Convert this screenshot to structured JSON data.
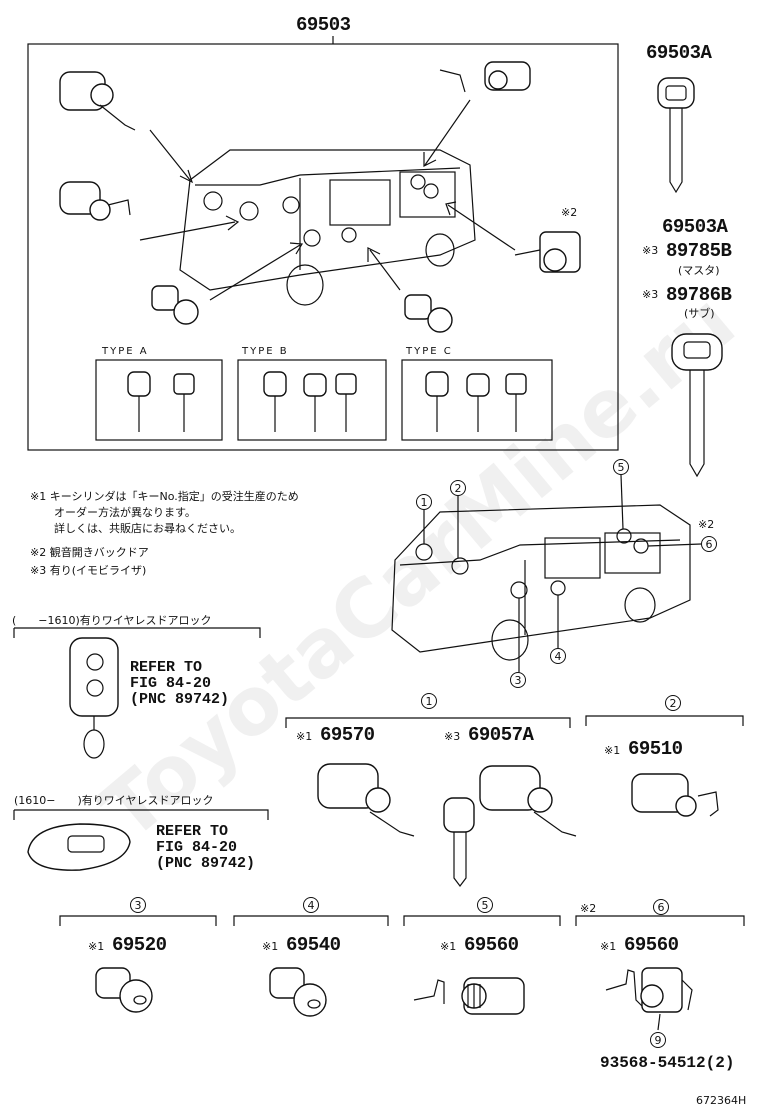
{
  "watermark": "ToyotaCarMine.ru",
  "main_set": {
    "part_no": "69503"
  },
  "key_right_top": {
    "part_no": "69503A"
  },
  "key_right_mid": {
    "part_no": "69503A",
    "mark": "※3",
    "master_no": "89785B",
    "master_sub": "(マスタ)",
    "sub_no": "89786B",
    "sub_sub": "(サブ)"
  },
  "mark_2_top": "※2",
  "types": [
    {
      "label": "TYPE A"
    },
    {
      "label": "TYPE B"
    },
    {
      "label": "TYPE C"
    }
  ],
  "notes": [
    "※1 キーシリンダは「キーNo.指定」の受注生産のため",
    "オーダー方法が異なります。",
    "詳しくは、共販店にお尋ねください。",
    "※2 観音開きバックドア",
    "※3 有り(イモビライザ)"
  ],
  "van_callouts": [
    "1",
    "2",
    "3",
    "4",
    "5",
    "6"
  ],
  "mark_2_van": "※2",
  "remote1": {
    "header": "(　　−1610)有りワイヤレスドアロック",
    "refer": "REFER TO\nFIG 84-20\n(PNC 89742)"
  },
  "remote2": {
    "header": "(1610−　　)有りワイヤレスドアロック",
    "refer": "REFER TO\nFIG 84-20\n(PNC 89742)"
  },
  "groups": [
    {
      "num": "1",
      "items": [
        {
          "mark": "※1",
          "part_no": "69570"
        },
        {
          "mark": "※3",
          "part_no": "69057A"
        }
      ]
    },
    {
      "num": "2",
      "items": [
        {
          "mark": "※1",
          "part_no": "69510"
        }
      ]
    },
    {
      "num": "3",
      "items": [
        {
          "mark": "※1",
          "part_no": "69520"
        }
      ]
    },
    {
      "num": "4",
      "items": [
        {
          "mark": "※1",
          "part_no": "69540"
        }
      ]
    },
    {
      "num": "5",
      "items": [
        {
          "mark": "※1",
          "part_no": "69560"
        }
      ]
    },
    {
      "num": "6",
      "pre_mark": "※2",
      "items": [
        {
          "mark": "※1",
          "part_no": "69560"
        }
      ]
    }
  ],
  "bolt": {
    "callout": "9",
    "part_no": "93568-54512(2)"
  },
  "figure_id": "672364H"
}
